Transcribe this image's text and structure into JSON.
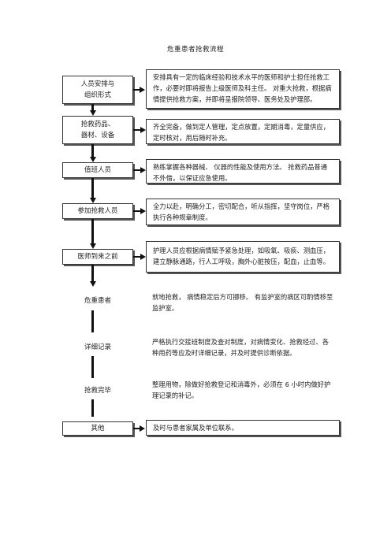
{
  "title": "危重患者抢救流程",
  "steps": [
    {
      "label_lines": [
        "人员安排与",
        "组织形式"
      ],
      "text": "安排具有一定的临床经验和技术水平的医师和护士担任抢救工作，必要时即将报告上级医师及科主任。 对重大抢救，根据病情提供抢救方案，并即将呈报院领导、医务处及护理部。"
    },
    {
      "label_lines": [
        "抢救药品、",
        "器材、设备"
      ],
      "text": "齐全完备，做到定人管理，定点放置，定期消毒，定量供应，定时核对，用后随时补充。"
    },
    {
      "label_lines": [
        "值班人员"
      ],
      "text": "熟练掌握各种器械、 仪器的性能及使用方法。 抢救药品普通不外借，以保证应急使用。"
    },
    {
      "label_lines": [
        "参加抢救人员"
      ],
      "text": "全力以赴，明确分工，密切配合，听从指挥，坚守岗位，严格执行各种规章制度。"
    },
    {
      "label_lines": [
        "医师到来之前"
      ],
      "text": "护理人员应根据病情赋予紧急处理，如吸氧、吸痰、测血压，建立静脉通路，行人工呼吸，胸外心脏按压，配血，止血等。"
    },
    {
      "label_lines": [
        "危重患者"
      ],
      "text": "就地抢救， 病情稳定后方可挪移。 有监护室的病区可酌情移至监护室。"
    },
    {
      "label_lines": [
        "详细记录"
      ],
      "text": "严格执行交接班制度及查对制度，对病情变化、抢救经过、各种用药等应及时详细记录，并及时提供诊断依据。"
    },
    {
      "label_lines": [
        "抢救完毕"
      ],
      "text": "整理用物，除做好抢救登记和消毒外，必须在 6 小时内做好护理记录的补记。"
    },
    {
      "label_lines": [
        "其他"
      ],
      "text": "及时与患者家属及单位联系。"
    }
  ]
}
